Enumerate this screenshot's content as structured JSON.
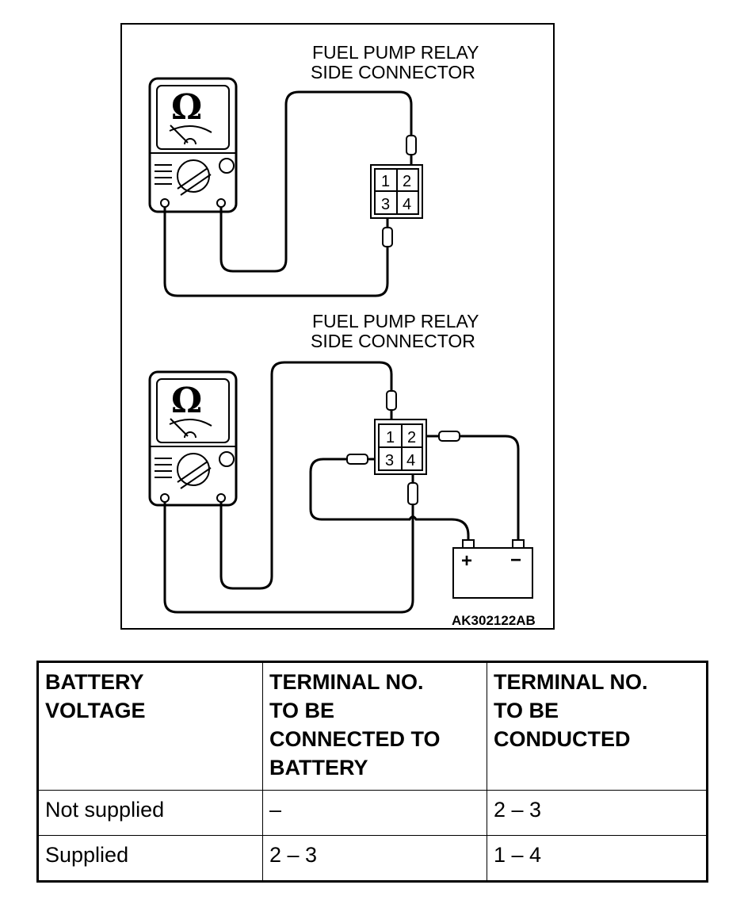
{
  "diagram": {
    "top_panel": {
      "label_line1": "FUEL PUMP RELAY",
      "label_line2": "SIDE CONNECTOR",
      "meter_symbol": "Ω",
      "connector_pins": [
        "1",
        "2",
        "3",
        "4"
      ],
      "probed_pins": [
        "2",
        "3"
      ]
    },
    "bottom_panel": {
      "label_line1": "FUEL PUMP RELAY",
      "label_line2": "SIDE CONNECTOR",
      "meter_symbol": "Ω",
      "connector_pins": [
        "1",
        "2",
        "3",
        "4"
      ],
      "probed_pins": [
        "1",
        "4"
      ],
      "battery_pins": [
        "2",
        "3"
      ],
      "battery_plus": "+",
      "battery_minus": "−"
    },
    "figure_code": "AK302122AB"
  },
  "table": {
    "headers": [
      [
        "BATTERY",
        "VOLTAGE"
      ],
      [
        "TERMINAL NO.",
        "TO BE",
        "CONNECTED TO",
        "BATTERY"
      ],
      [
        "TERMINAL NO.",
        "TO BE",
        "CONDUCTED"
      ]
    ],
    "rows": [
      [
        "Not supplied",
        "–",
        "2 – 3"
      ],
      [
        "Supplied",
        "2 – 3",
        "1 – 4"
      ]
    ]
  }
}
